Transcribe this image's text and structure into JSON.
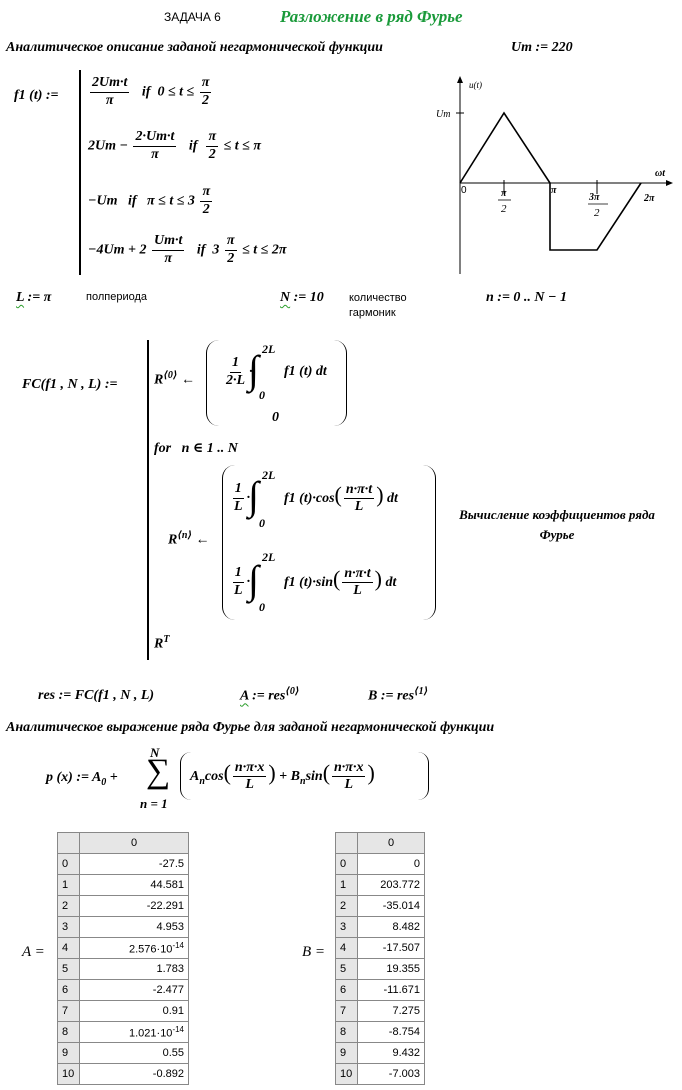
{
  "header": {
    "task": "ЗАДАЧА 6",
    "title": "Разложение в ряд Фурье"
  },
  "section1": {
    "heading": "Аналитическое описание заданой негармонической функции",
    "um_def": "Um := 220"
  },
  "graph": {
    "y_axis_label": "u(t)",
    "x_axis_label": "ωt",
    "y_tick": "Um",
    "origin": "0",
    "tick_pi": "π",
    "tick_2pi": "2π",
    "pi_sym": "π",
    "two": "2",
    "three_pi": "3π"
  },
  "params": {
    "L_def": ":= π",
    "L_var": "L",
    "L_note": "полпериода",
    "N_var": "N",
    "N_def": ":= 10",
    "N_note": "количество гармоник",
    "n_range": "n := 0 .. N − 1"
  },
  "program": {
    "note": "Вычисление коэффициентов ряда Фурье"
  },
  "results": {
    "res_def": "res := FC(f1 , N , L)",
    "A_var": "A",
    "A_def": ":= res",
    "A_sup": "⟨0⟩",
    "B_def": "B := res",
    "B_sup": "⟨1⟩"
  },
  "section2": {
    "heading": "Аналитическое выражение ряда Фурье для  заданой негармонической функции"
  },
  "tables": {
    "col_header": "0",
    "A_label": "A =",
    "B_label": "B =",
    "A_rows": [
      {
        "i": "0",
        "v": "-27.5"
      },
      {
        "i": "1",
        "v": "44.581"
      },
      {
        "i": "2",
        "v": "-22.291"
      },
      {
        "i": "3",
        "v": "4.953"
      },
      {
        "i": "4",
        "v": "2.576·10",
        "e": "-14"
      },
      {
        "i": "5",
        "v": "1.783"
      },
      {
        "i": "6",
        "v": "-2.477"
      },
      {
        "i": "7",
        "v": "0.91"
      },
      {
        "i": "8",
        "v": "1.021·10",
        "e": "-14"
      },
      {
        "i": "9",
        "v": "0.55"
      },
      {
        "i": "10",
        "v": "-0.892"
      }
    ],
    "B_rows": [
      {
        "i": "0",
        "v": "0"
      },
      {
        "i": "1",
        "v": "203.772"
      },
      {
        "i": "2",
        "v": "-35.014"
      },
      {
        "i": "3",
        "v": "8.482"
      },
      {
        "i": "4",
        "v": "-17.507"
      },
      {
        "i": "5",
        "v": "19.355"
      },
      {
        "i": "6",
        "v": "-11.671"
      },
      {
        "i": "7",
        "v": "7.275"
      },
      {
        "i": "8",
        "v": "-8.754"
      },
      {
        "i": "9",
        "v": "9.432"
      },
      {
        "i": "10",
        "v": "-7.003"
      }
    ]
  }
}
